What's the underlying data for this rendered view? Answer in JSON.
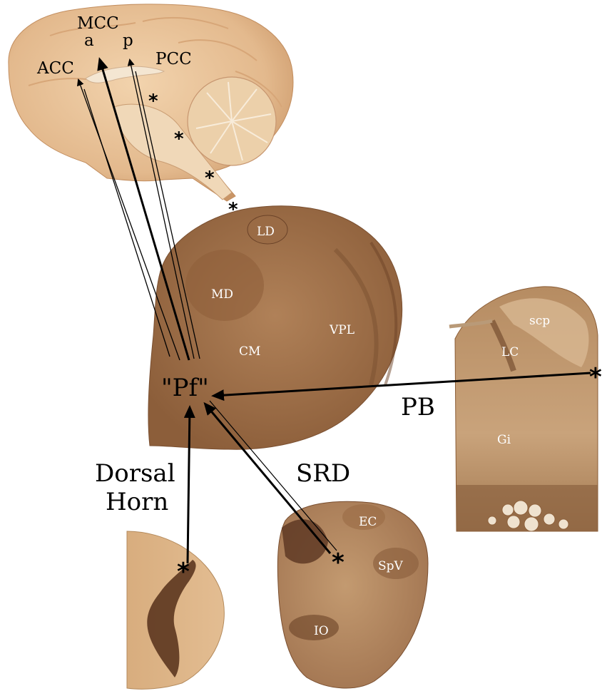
{
  "figure": {
    "brain_labels": {
      "mcc": "MCC",
      "mcc_a": "a",
      "mcc_p": "p",
      "acc": "ACC",
      "pcc": "PCC"
    },
    "brain_asterisks": [
      "*",
      "*",
      "*",
      "*"
    ],
    "thalamus_labels": {
      "ld": "LD",
      "md": "MD",
      "cm": "CM",
      "vpl": "VPL",
      "pf": "\"Pf\""
    },
    "brainstem_labels": {
      "scp": "scp",
      "lc": "LC",
      "gi": "Gi",
      "pb": "PB",
      "asterisk": "*"
    },
    "medulla_labels": {
      "srd": "SRD",
      "ec": "EC",
      "spv": "SpV",
      "io": "IO",
      "asterisk": "*"
    },
    "spinal_labels": {
      "dorsal": "Dorsal",
      "horn": "Horn",
      "asterisk": "*"
    },
    "colors": {
      "tissue_dark": "#6b4226",
      "tissue_mid": "#a8784e",
      "tissue_light": "#d4a77a",
      "brain_surface": "#e8c29a",
      "arrow": "#000000"
    }
  }
}
